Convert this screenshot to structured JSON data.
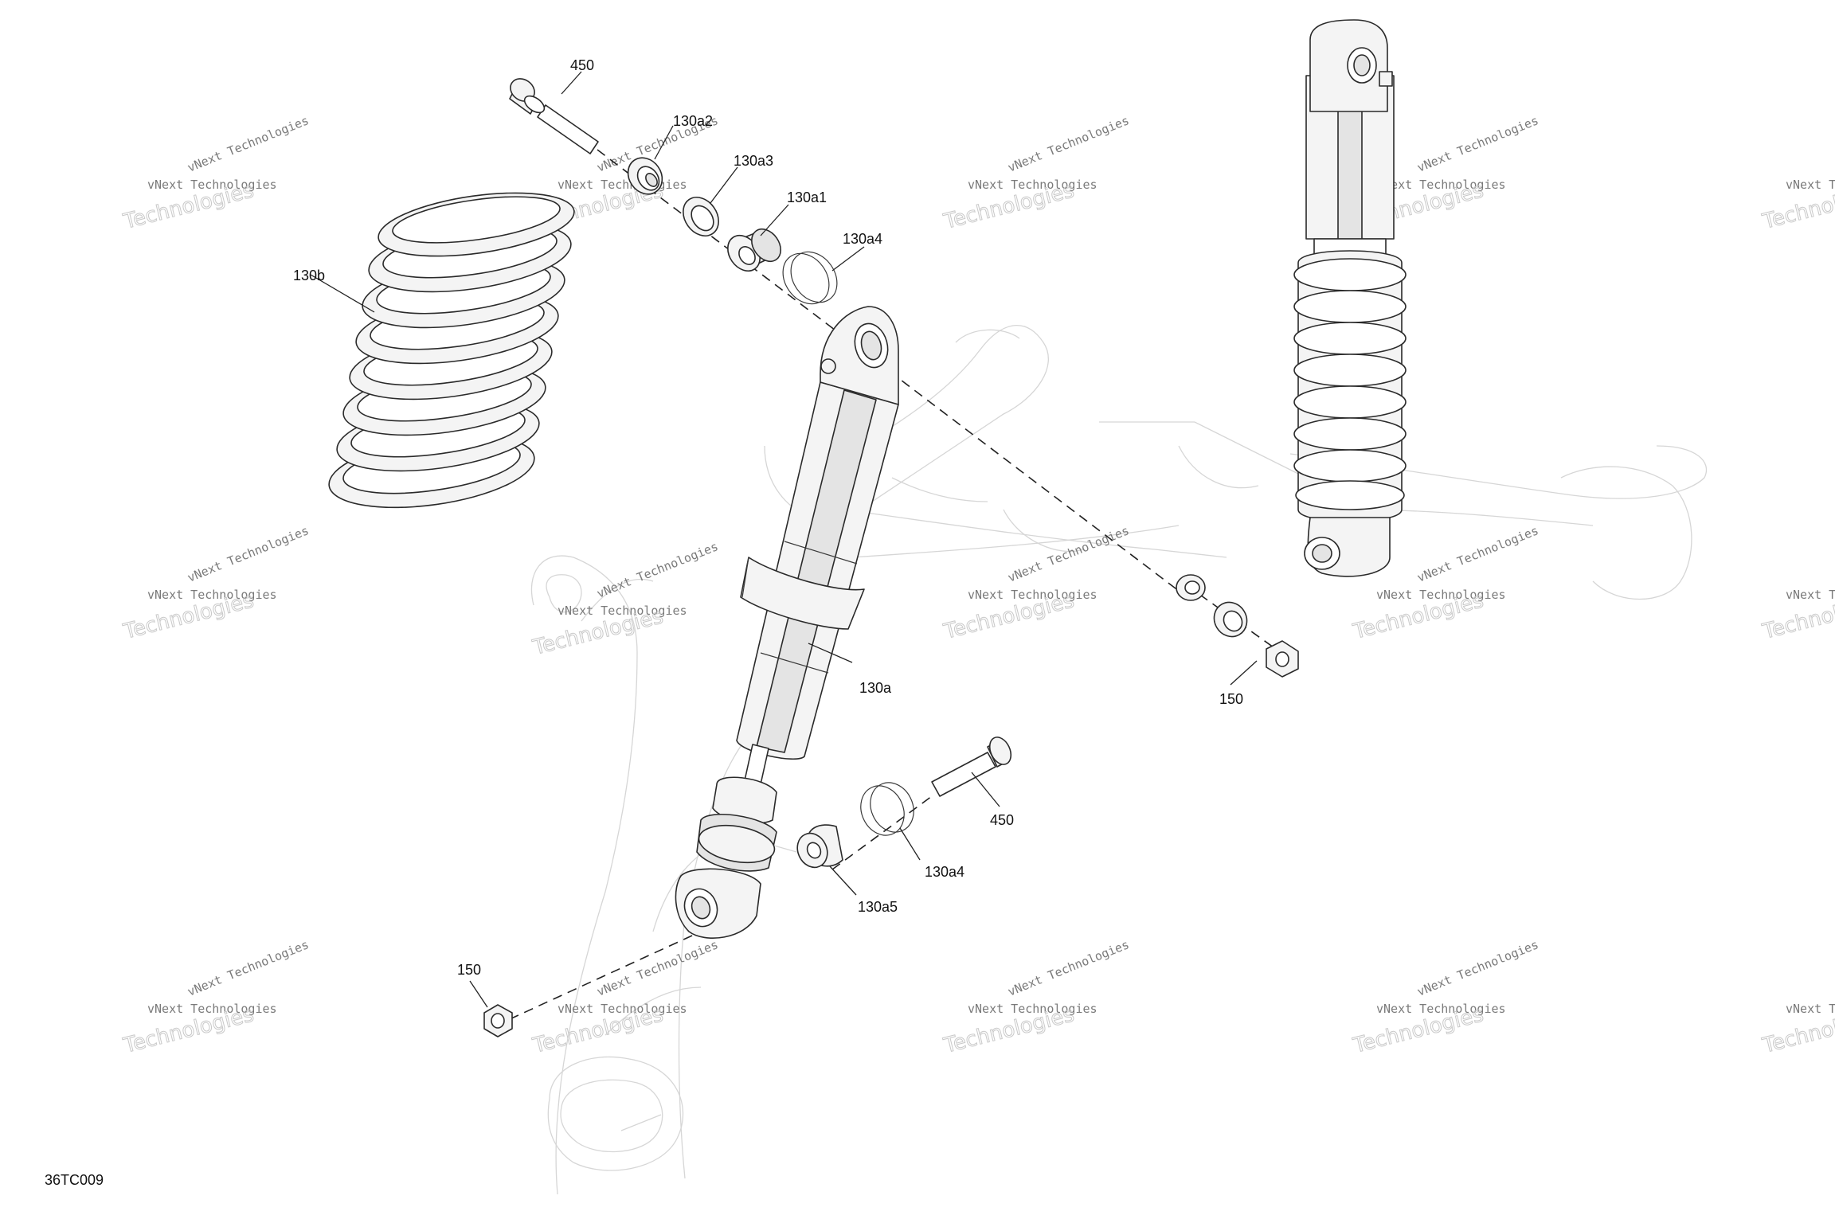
{
  "figure_code": "36TC009",
  "watermark": {
    "line1": "vNext Technologies",
    "line2": "vNext Technologies",
    "line3": "Technologies"
  },
  "callouts": {
    "bolt_top": "450",
    "washer_130a2": "130a2",
    "spacer_130a3": "130a3",
    "bushing_130a1": "130a1",
    "ring_top_130a4": "130a4",
    "spring_130b": "130b",
    "shock_130a": "130a",
    "nut_right_150": "150",
    "bolt_bottom": "450",
    "ring_bottom_130a4": "130a4",
    "bushing_130a5": "130a5",
    "nut_left_150": "150"
  }
}
